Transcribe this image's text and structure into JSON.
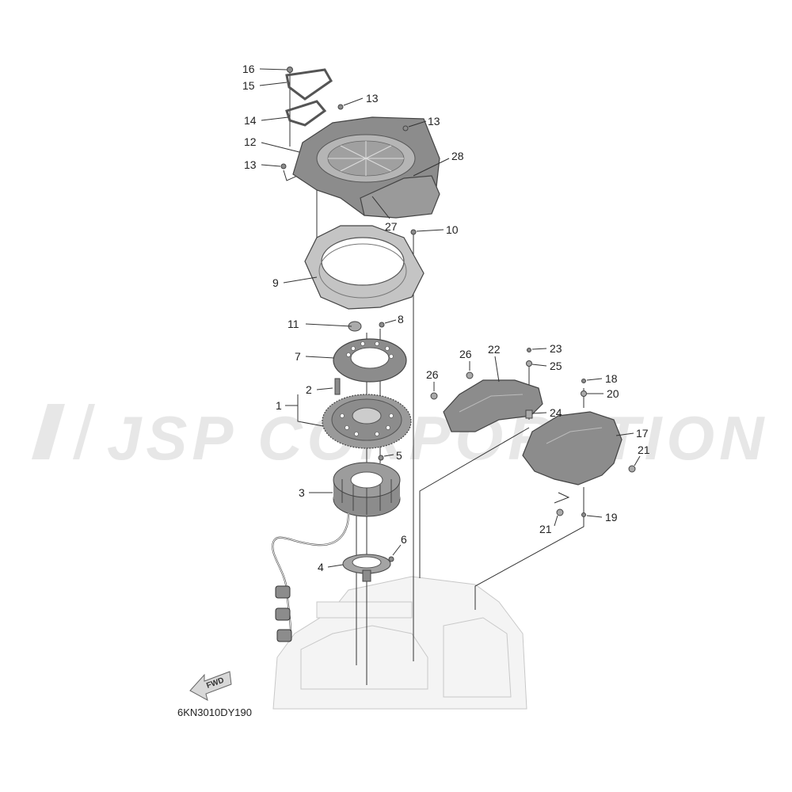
{
  "diagram": {
    "code": "6KN3010DY190",
    "watermark": "JSP CORPORATION",
    "fwd_label": "FWD",
    "colors": {
      "part_fill": "#8c8c8c",
      "part_light": "#d0d0d0",
      "engine_ghost": "#f2f2f2",
      "watermark": "#e7e7e7"
    },
    "callouts": {
      "c1": "1",
      "c2": "2",
      "c3": "3",
      "c4": "4",
      "c5": "5",
      "c6": "6",
      "c7": "7",
      "c8": "8",
      "c9": "9",
      "c10": "10",
      "c11": "11",
      "c12": "12",
      "c13a": "13",
      "c13b": "13",
      "c13c": "13",
      "c14": "14",
      "c15": "15",
      "c16": "16",
      "c17": "17",
      "c18": "18",
      "c19": "19",
      "c20": "20",
      "c21a": "21",
      "c21b": "21",
      "c22": "22",
      "c23": "23",
      "c24": "24",
      "c25": "25",
      "c26a": "26",
      "c26b": "26",
      "c27": "27",
      "c28": "28"
    }
  }
}
